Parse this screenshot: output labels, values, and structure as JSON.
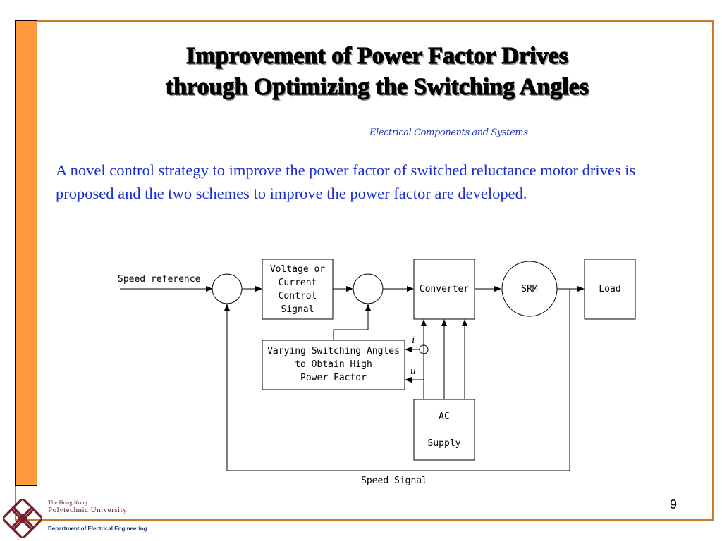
{
  "slide": {
    "title_line1": "Improvement of Power Factor Drives",
    "title_line2": "through Optimizing the Switching Angles",
    "subtitle": "Electrical Components and Systems",
    "body": "A novel control strategy to improve the power factor of switched reluctance motor drives is proposed and the two schemes to improve the power factor are developed.",
    "page_number": "9"
  },
  "diagram": {
    "speed_reference": "Speed reference",
    "block_voltage": [
      "Voltage or",
      "Current",
      "Control",
      "Signal"
    ],
    "block_converter": "Converter",
    "block_srm": "SRM",
    "block_load": "Load",
    "block_varying": [
      "Varying Switching Angles",
      "to Obtain High",
      "Power Factor"
    ],
    "block_ac": [
      "AC",
      "Supply"
    ],
    "label_i": "i",
    "label_u": "u",
    "speed_signal": "Speed Signal"
  },
  "footer": {
    "uni_small": "The Hong Kong",
    "uni_name": "Polytechnic University",
    "department": "Department of Electrical Engineering"
  },
  "colors": {
    "side_bar": "#ff9a3c",
    "frame": "#c97a2a",
    "body_text": "#1a2fd0",
    "logo": "#7a1f2e"
  }
}
